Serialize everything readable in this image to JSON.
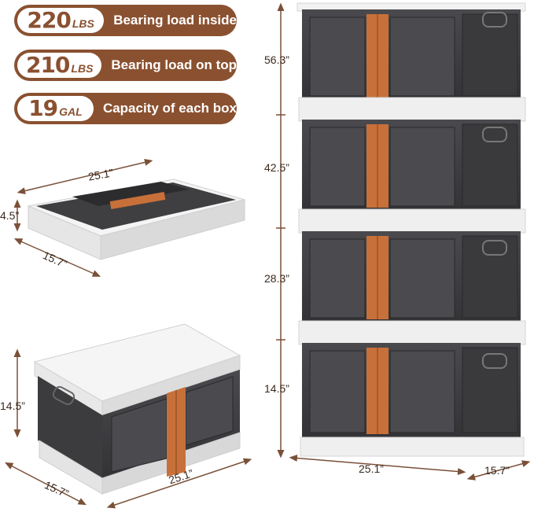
{
  "badges": [
    {
      "value": "220",
      "unit": "LBS",
      "label": "Bearing load inside"
    },
    {
      "value": "210",
      "unit": "LBS",
      "label": "Bearing load on top"
    },
    {
      "value": "19",
      "unit": "GAL",
      "label": "Capacity of each box"
    }
  ],
  "folded": {
    "length": "25.1”",
    "height": "4.5”",
    "width": "15.7”"
  },
  "single": {
    "height": "14.5”",
    "width": "15.7”",
    "length": "25.1”"
  },
  "stack": {
    "heights": [
      "56.3”",
      "42.5”",
      "28.3”",
      "14.5”"
    ],
    "length": "25.1”",
    "width": "15.7”"
  },
  "colors": {
    "brand": "#8a5130",
    "handle": "#c8703a",
    "box": "#3d3d40",
    "lid": "#f2f2f2"
  }
}
